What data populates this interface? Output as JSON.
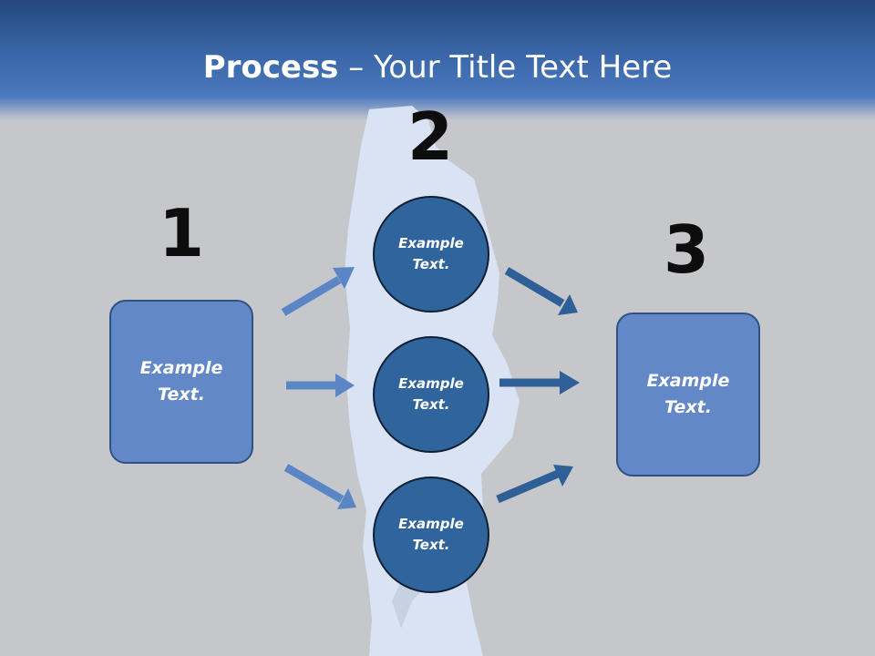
{
  "title": {
    "bold": "Process",
    "rest": " – Your Title Text Here"
  },
  "steps": [
    {
      "number": "1",
      "text": "Example Text."
    },
    {
      "number": "2",
      "items": [
        "Example Text.",
        "Example Text.",
        "Example Text."
      ]
    },
    {
      "number": "3",
      "text": "Example Text."
    }
  ],
  "colors": {
    "header_dark": "#24487f",
    "header_light": "#4a79bd",
    "background": "#c6c7cb",
    "box_fill": "#6388c8",
    "circle_fill": "#30649c",
    "arrow_light": "#5b86c6",
    "arrow_dark": "#2e5f96"
  }
}
